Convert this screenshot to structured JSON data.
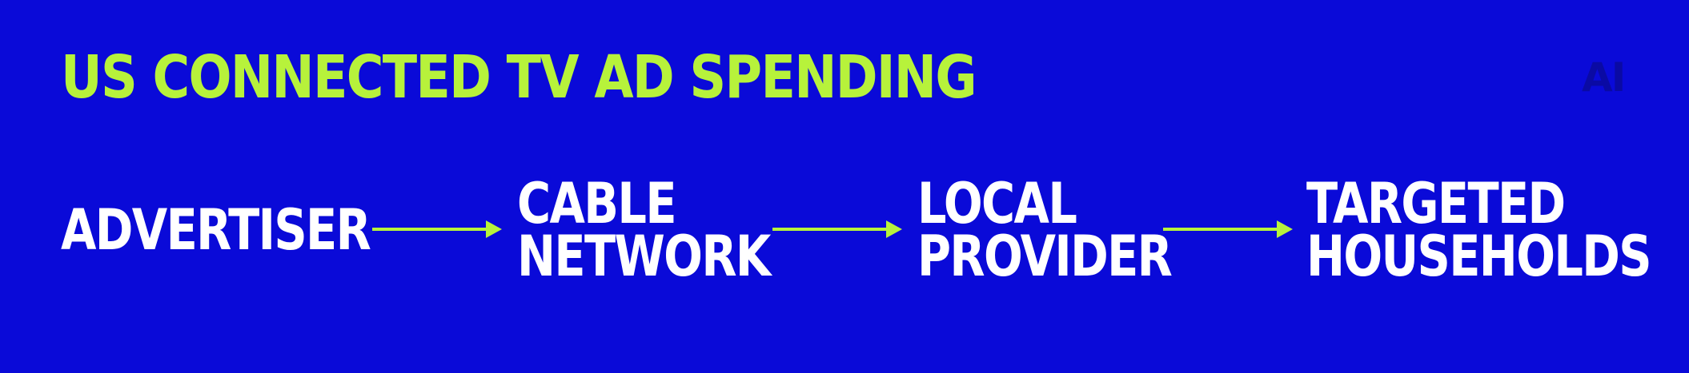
{
  "title": "US CONNECTED TV AD SPENDING",
  "logo": "AI",
  "nodes": [
    {
      "line1": "ADVERTISER",
      "line2": ""
    },
    {
      "line1": "CABLE",
      "line2": "NETWORK"
    },
    {
      "line1": "LOCAL",
      "line2": "PROVIDER"
    },
    {
      "line1": "TARGETED",
      "line2": "HOUSEHOLDS"
    }
  ],
  "colors": {
    "background": "#0a0ad8",
    "accent": "#b7f23b",
    "text": "#ffffff",
    "logo": "#0a0aa4"
  }
}
